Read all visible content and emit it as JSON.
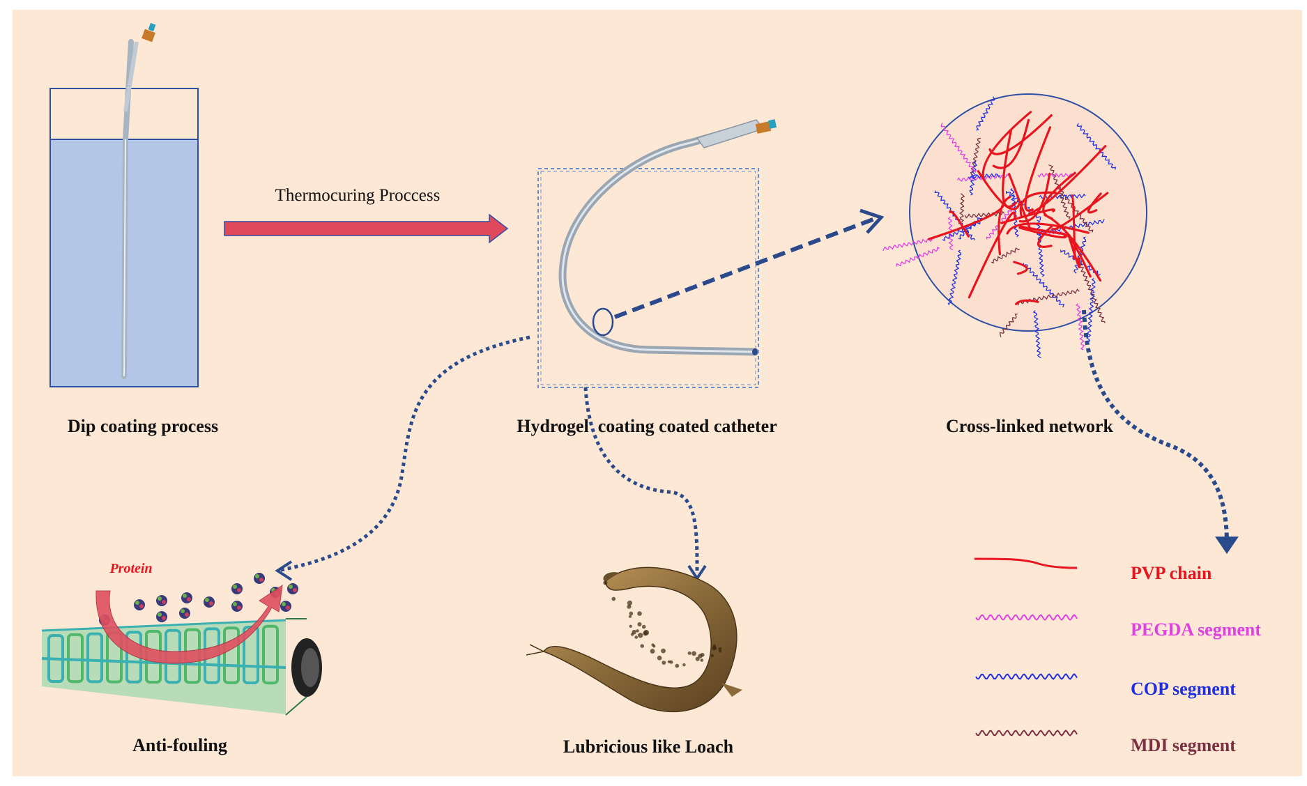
{
  "colors": {
    "background": "#fde8d6",
    "beaker_fill": "#b4c6e7",
    "beaker_stroke": "#2e4fa3",
    "process_arrow": "#e0485c",
    "dotted_arrow": "#2a4a8c",
    "pvp": "#e8141e",
    "pegda": "#e040e0",
    "cop": "#2030e0",
    "mdi": "#7a3040",
    "network_circle_fill": "#fbe0d0",
    "protein_label": "#e8141e",
    "tube_green": "#4fb86a",
    "tube_teal": "#3ab0b0",
    "loach_body": "#8a6a3a"
  },
  "labels": {
    "dip_coating": "Dip coating process",
    "thermocuring": "Thermocuring Proccess",
    "hydrogel_catheter": "Hydrogel  coating coated catheter",
    "cross_linked": "Cross-linked network",
    "anti_fouling": "Anti-fouling",
    "lubricious": "Lubricious like Loach",
    "protein": "Protein"
  },
  "legend": [
    {
      "name": "PVP chain",
      "style": "line",
      "color": "#e8141e"
    },
    {
      "name": "PEGDA segment",
      "style": "wave",
      "color": "#e040e0"
    },
    {
      "name": "COP segment",
      "style": "wave",
      "color": "#2030e0"
    },
    {
      "name": "MDI segment",
      "style": "wave",
      "color": "#7a3040"
    }
  ],
  "icons": {
    "beaker": "beaker-icon",
    "catheter": "catheter-icon",
    "network": "network-circle-icon",
    "tube": "anti-fouling-tube-icon",
    "loach": "loach-fish-icon"
  }
}
